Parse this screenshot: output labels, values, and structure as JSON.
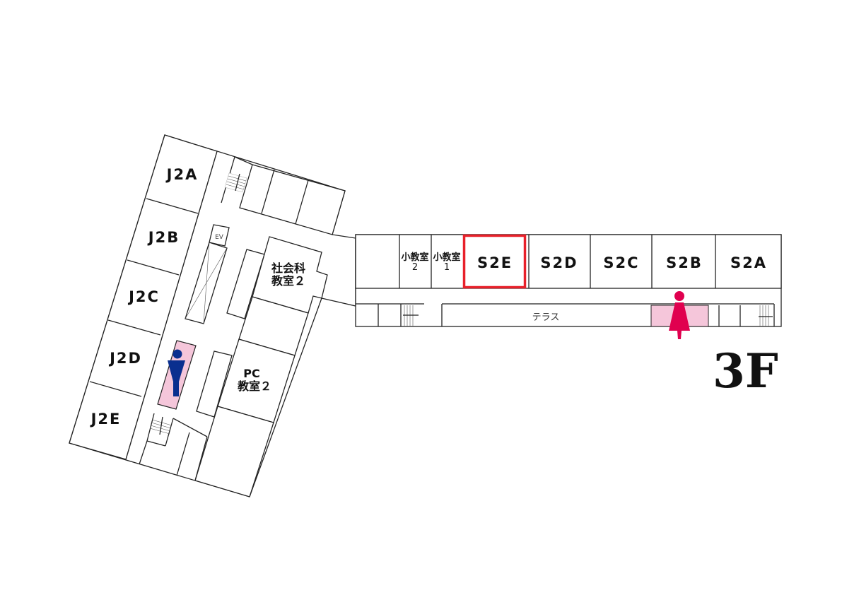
{
  "floor_label": "3F",
  "left_wing": {
    "rooms": [
      "J2A",
      "J2B",
      "J2C",
      "J2D",
      "J2E"
    ],
    "social_room": [
      "社会科",
      "教室２"
    ],
    "pc_room": [
      "PC",
      "教室２"
    ],
    "elevator": "EV"
  },
  "right_wing": {
    "small_room_2": [
      "小教室",
      "2"
    ],
    "small_room_1": [
      "小教室",
      "1"
    ],
    "rooms": [
      "S2E",
      "S2D",
      "S2C",
      "S2B",
      "S2A"
    ],
    "terrace": "テラス",
    "highlighted_room": "S2E"
  },
  "colors": {
    "highlight": "#e8202a",
    "restroom_bg": "#f5c6da",
    "men": "#0a2f8f",
    "women": "#e0004f"
  },
  "icons": [
    "men-restroom-icon",
    "women-restroom-icon",
    "stairs-icon",
    "elevator-icon"
  ]
}
